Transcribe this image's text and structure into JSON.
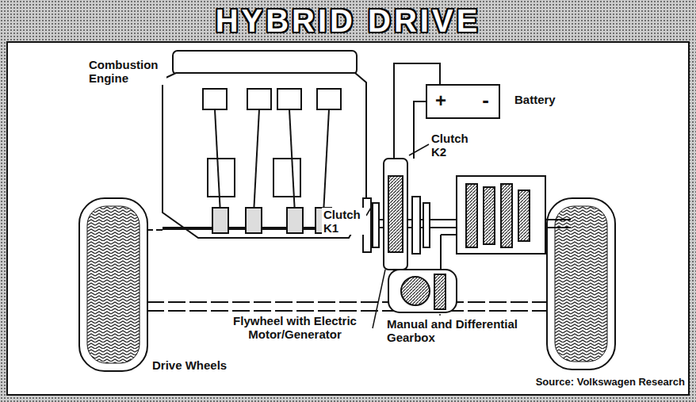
{
  "diagram": {
    "title": "HYBRID DRIVE",
    "caption": "Source: Volkswagen Research",
    "nodes": [
      {
        "text": [
          "+",
          "-",
          "Battery"
        ]
      }
    ],
    "labels": [
      "Combustion Engine",
      "Clutch K2",
      "Clutch K1",
      "Flywheel with Electric Motor/Generator",
      "Manual and Differential Gearbox",
      "Drive Wheels"
    ]
  }
}
